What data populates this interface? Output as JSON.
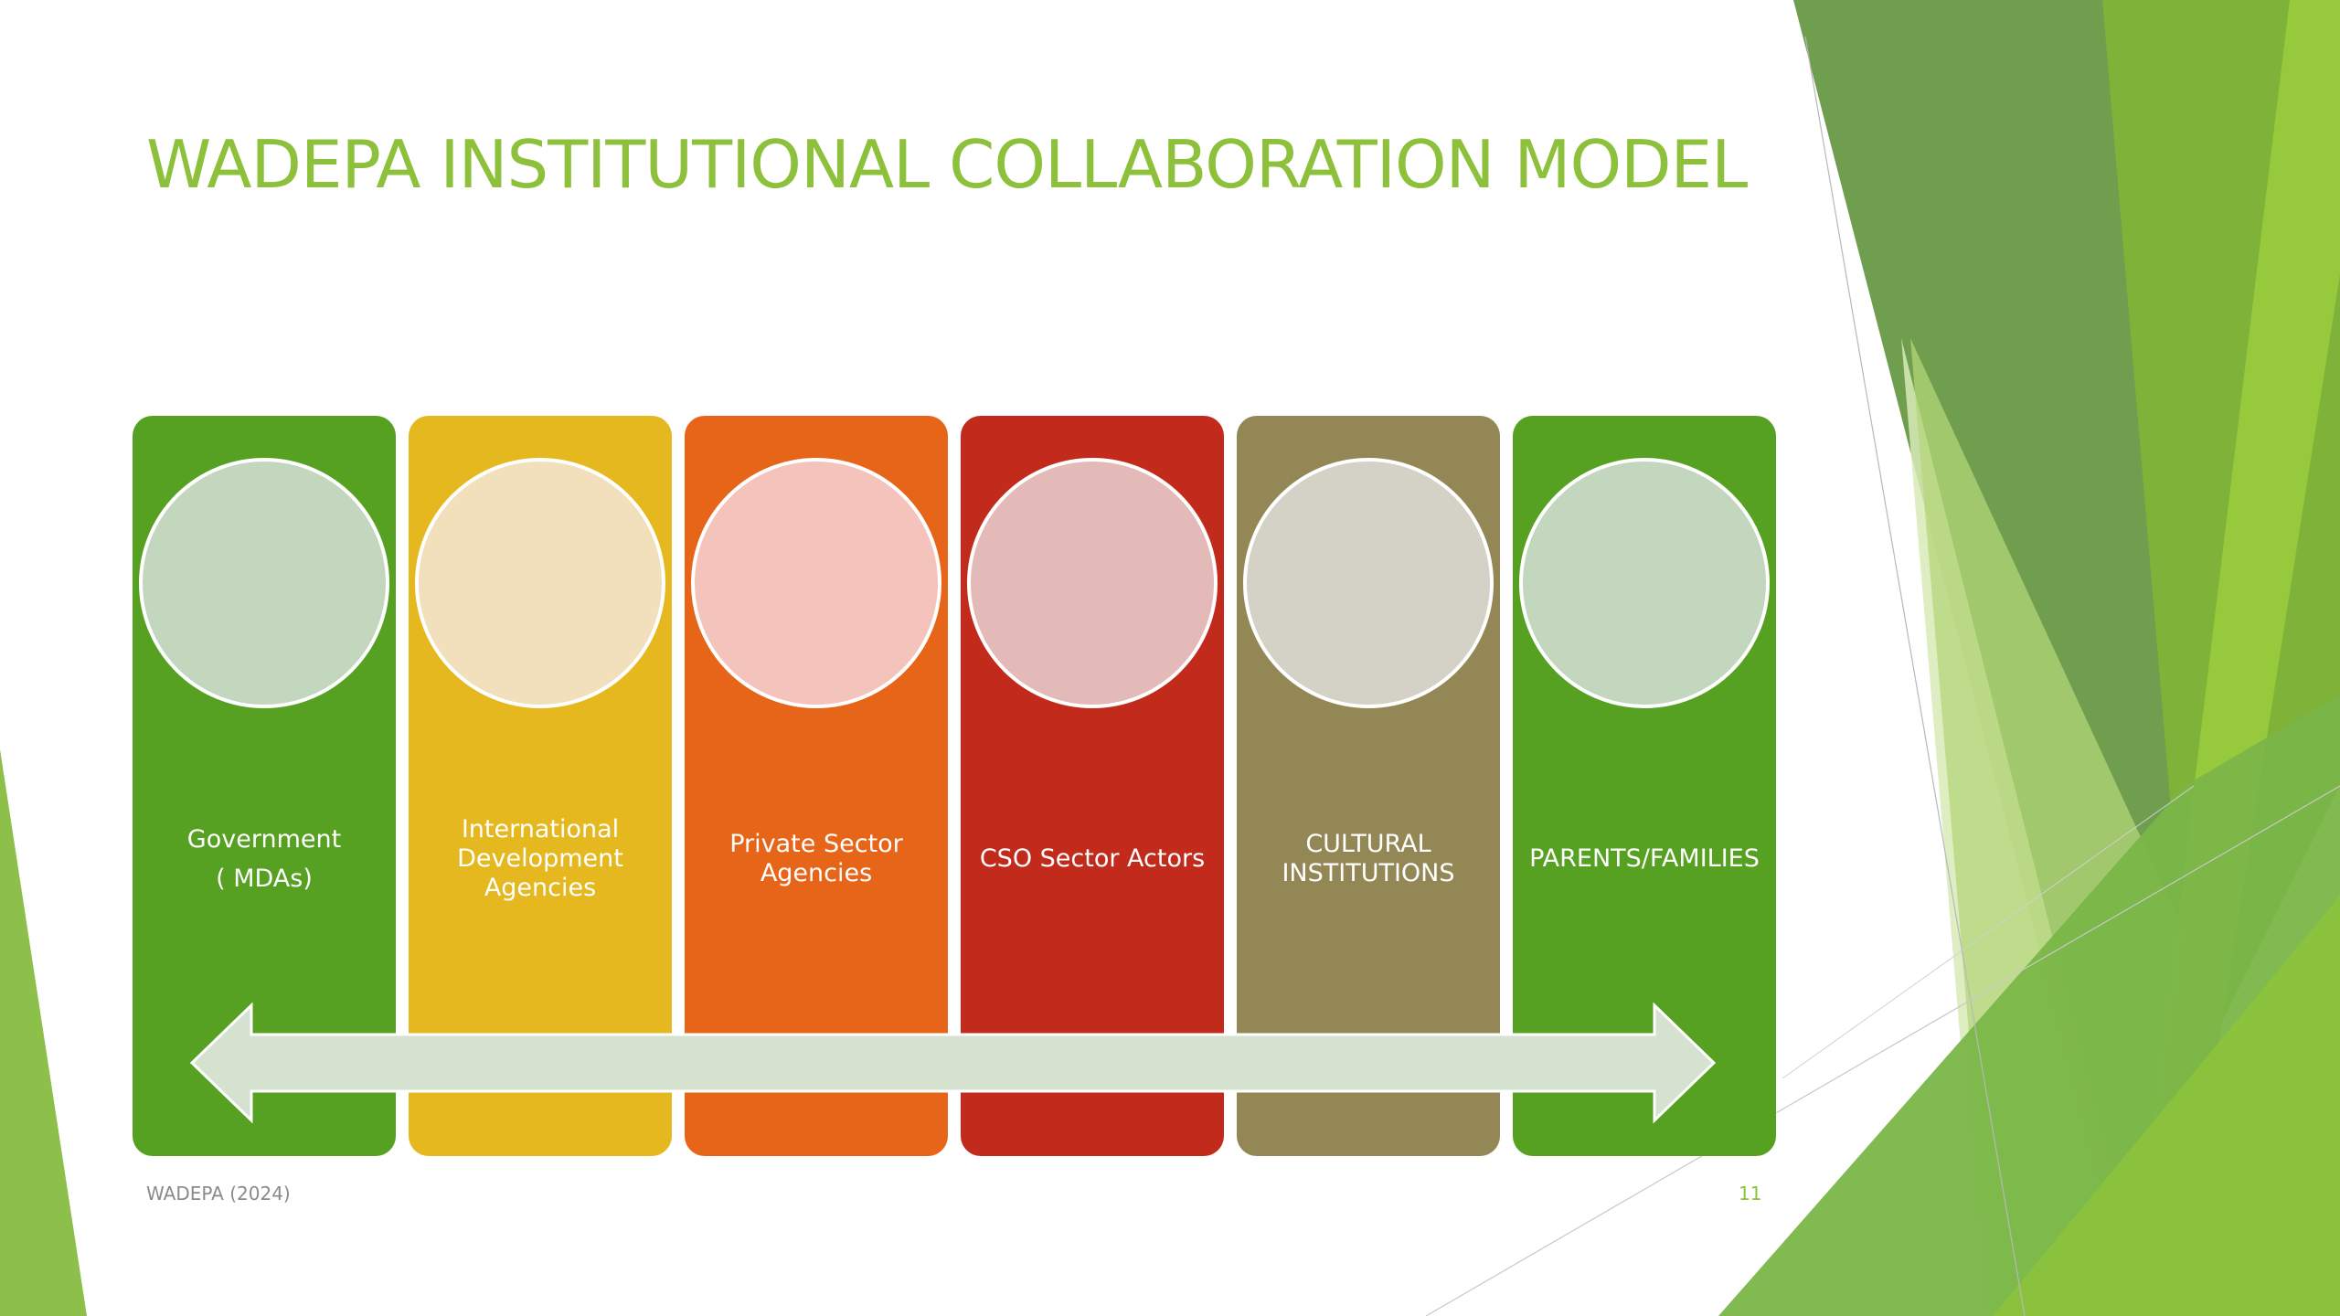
{
  "slide": {
    "title": "WADEPA INSTITUTIONAL COLLABORATION MODEL",
    "footer_text": "WADEPA (2024)",
    "slide_number": "11"
  },
  "diagram": {
    "columns": [
      {
        "label": "Government\n( MDAs)",
        "color": "#56a022",
        "circle_color": "#c3d7bf"
      },
      {
        "label": "International\nDevelopment\nAgencies",
        "color": "#e5b820",
        "circle_color": "#f2e0bd"
      },
      {
        "label": "Private Sector\nAgencies",
        "color": "#e76519",
        "circle_color": "#f4c4bc"
      },
      {
        "label": "CSO Sector Actors",
        "color": "#c22b1b",
        "circle_color": "#e3bab7"
      },
      {
        "label": "CULTURAL\nINSTITUTIONS",
        "color": "#928755",
        "circle_color": "#d4d1c6"
      },
      {
        "label": "PARENTS/FAMILIES",
        "color": "#56a022",
        "circle_color": "#c3d7bf"
      }
    ],
    "arrow_color": "#d5e2d0",
    "arrow_direction": "bidirectional"
  },
  "theme": {
    "title_color": "#8dc03b",
    "accent_greens": [
      "#6e9e4e",
      "#7fb238",
      "#97c93d",
      "#b4d67a",
      "#d9eab9"
    ]
  }
}
